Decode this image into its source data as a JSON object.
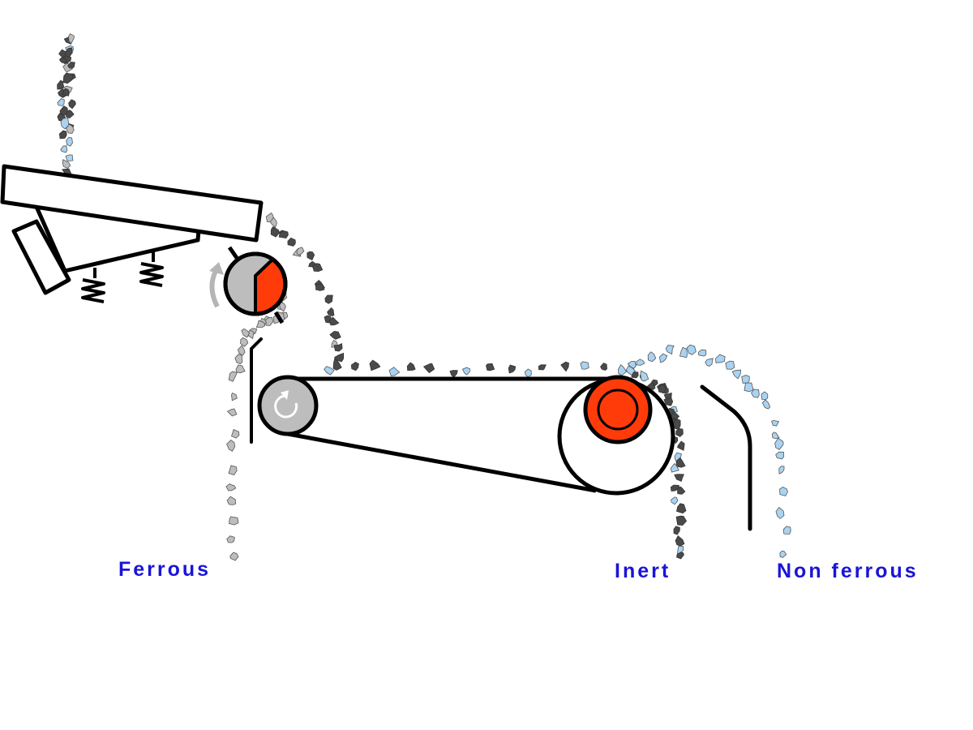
{
  "labels": {
    "ferrous": "Ferrous",
    "inert": "Inert",
    "non_ferrous": "Non ferrous"
  },
  "colors": {
    "label": "#1a14d8",
    "magnet_red": "#ff3b0a",
    "drum_gray": "#bdbdbd",
    "particle_dark": "#4a4a4a",
    "particle_light": "#bdbdbd",
    "particle_blue": "#a9d3f2"
  }
}
